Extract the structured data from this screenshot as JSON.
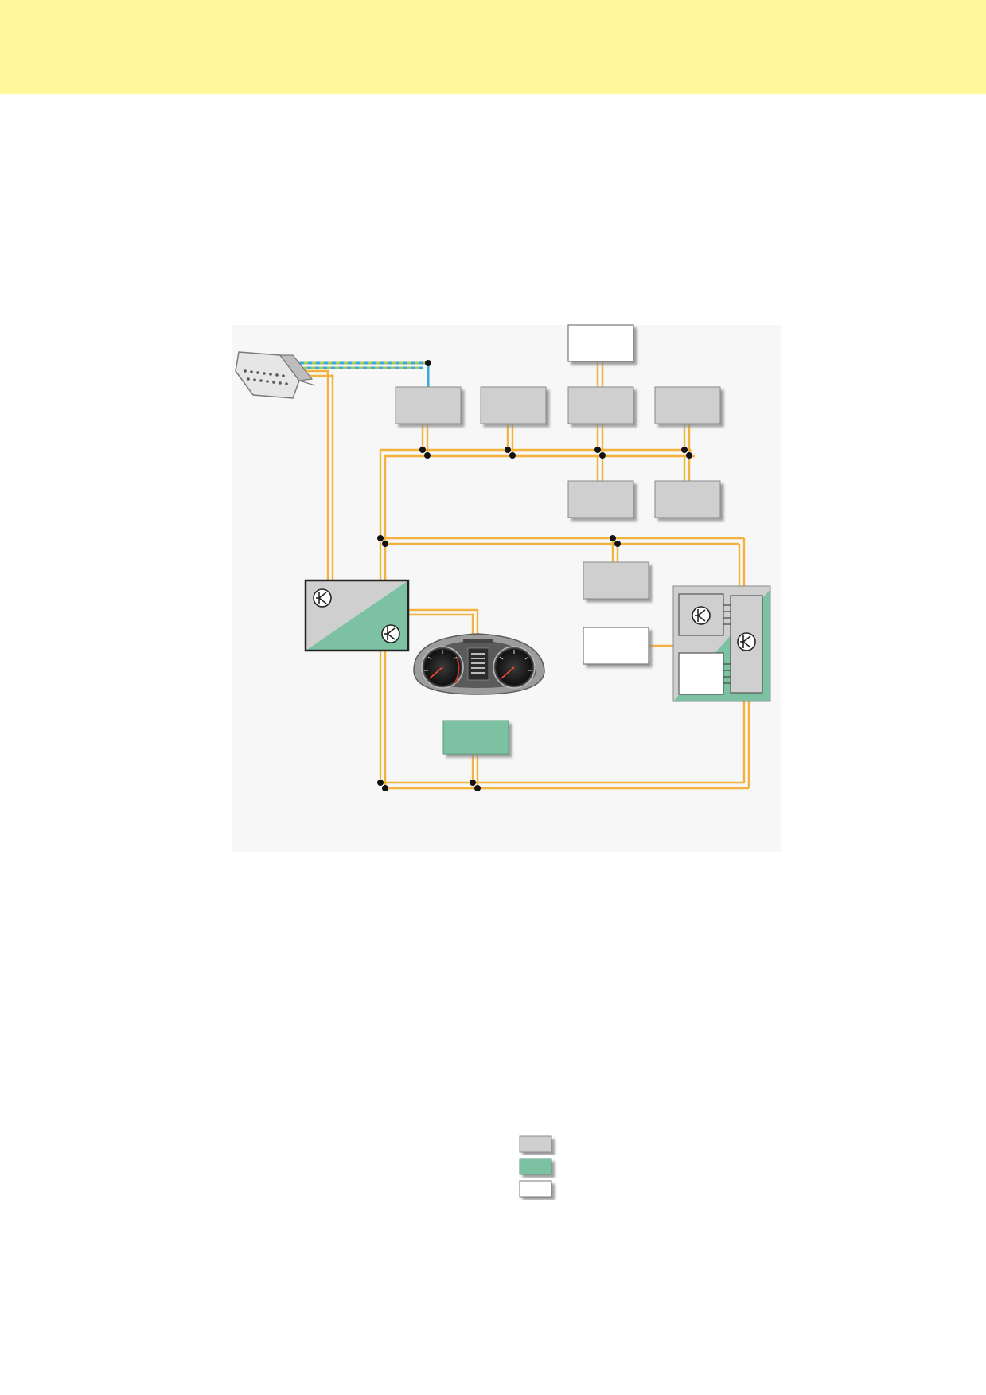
{
  "colors": {
    "header_band": "#fff79a",
    "bus_wire": "#f3b13d",
    "diagnostic_wire_blue": "#3aa9dc",
    "diagnostic_wire_green": "#a7c957",
    "module_gray": "#cfcfcf",
    "module_green": "#7cc2a2",
    "module_white": "#ffffff",
    "panel_background": "#f7f7f7"
  },
  "icons": {
    "obd_connector": "obd-diagnostic-connector-icon",
    "gateway_symbol": "gateway-circle-k-icon",
    "instrument_cluster": "instrument-cluster-icon"
  },
  "legend": {
    "swatches": [
      "module_gray",
      "module_green",
      "module_white"
    ]
  }
}
